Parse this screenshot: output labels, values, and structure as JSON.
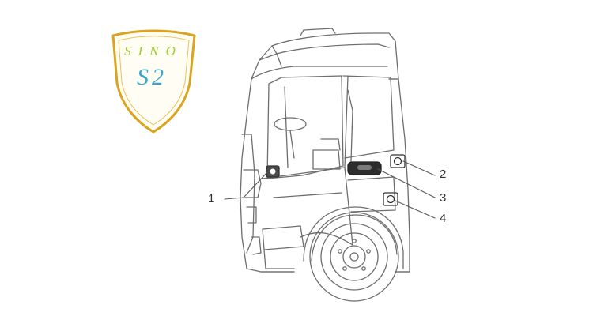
{
  "logo": {
    "top_text": "SINO",
    "bottom_text": "S2",
    "colors": {
      "gold": "#d9a520",
      "top_text": "#9acd32",
      "bottom_text": "#3aa6c9"
    }
  },
  "callouts": [
    {
      "id": "1",
      "label": "1"
    },
    {
      "id": "2",
      "label": "2"
    },
    {
      "id": "3",
      "label": "3"
    },
    {
      "id": "4",
      "label": "4"
    }
  ],
  "colors": {
    "line": "#6e6e6e",
    "text": "#333333"
  }
}
